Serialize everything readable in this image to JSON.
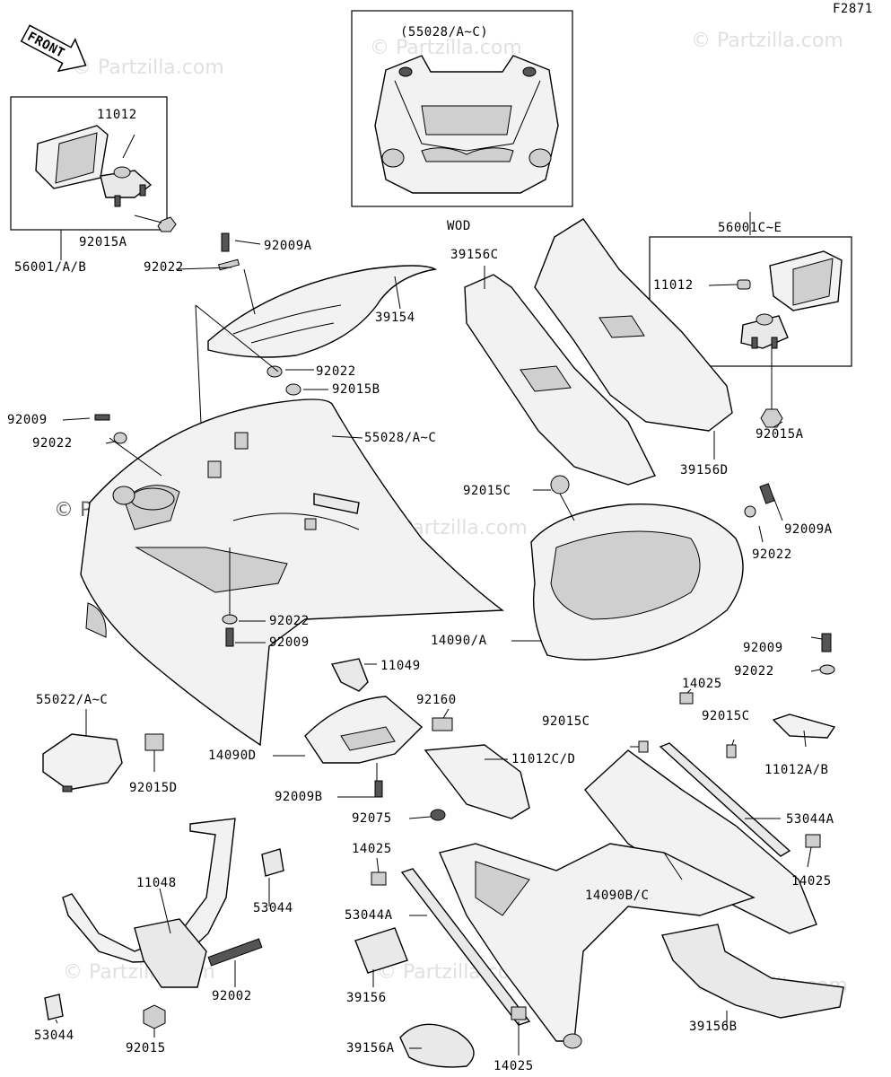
{
  "figure_id": "F2871",
  "front_label": "FRONT",
  "watermark": "© Partzilla.com",
  "variant_label": "WOD",
  "parts": [
    {
      "id": "p1",
      "code": "(55028/A~C)"
    },
    {
      "id": "p2",
      "code": "11012"
    },
    {
      "id": "p3",
      "code": "92015A"
    },
    {
      "id": "p4",
      "code": "56001/A/B"
    },
    {
      "id": "p5",
      "code": "92009A"
    },
    {
      "id": "p6",
      "code": "92022"
    },
    {
      "id": "p7",
      "code": "39154"
    },
    {
      "id": "p8",
      "code": "92022"
    },
    {
      "id": "p9",
      "code": "92015B"
    },
    {
      "id": "p10",
      "code": "92009"
    },
    {
      "id": "p11",
      "code": "92022"
    },
    {
      "id": "p12",
      "code": "55028/A~C"
    },
    {
      "id": "p13",
      "code": "39156C"
    },
    {
      "id": "p14",
      "code": "56001C~E"
    },
    {
      "id": "p15",
      "code": "11012"
    },
    {
      "id": "p16",
      "code": "92015A"
    },
    {
      "id": "p17",
      "code": "39156D"
    },
    {
      "id": "p18",
      "code": "92015C"
    },
    {
      "id": "p19",
      "code": "92009A"
    },
    {
      "id": "p20",
      "code": "92022"
    },
    {
      "id": "p21",
      "code": "92022"
    },
    {
      "id": "p22",
      "code": "92009"
    },
    {
      "id": "p23",
      "code": "14090/A"
    },
    {
      "id": "p24",
      "code": "11049"
    },
    {
      "id": "p25",
      "code": "55022/A~C"
    },
    {
      "id": "p26",
      "code": "92160"
    },
    {
      "id": "p27",
      "code": "14025"
    },
    {
      "id": "p28",
      "code": "92009"
    },
    {
      "id": "p29",
      "code": "92022"
    },
    {
      "id": "p30",
      "code": "92015C"
    },
    {
      "id": "p31",
      "code": "92015C"
    },
    {
      "id": "p32",
      "code": "14090D"
    },
    {
      "id": "p33",
      "code": "11012C/D"
    },
    {
      "id": "p34",
      "code": "11012A/B"
    },
    {
      "id": "p35",
      "code": "92015D"
    },
    {
      "id": "p36",
      "code": "92009B"
    },
    {
      "id": "p37",
      "code": "92075"
    },
    {
      "id": "p38",
      "code": "53044A"
    },
    {
      "id": "p39",
      "code": "11048"
    },
    {
      "id": "p40",
      "code": "14025"
    },
    {
      "id": "p41",
      "code": "53044"
    },
    {
      "id": "p42",
      "code": "14090B/C"
    },
    {
      "id": "p43",
      "code": "14025"
    },
    {
      "id": "p44",
      "code": "53044A"
    },
    {
      "id": "p45",
      "code": "39156"
    },
    {
      "id": "p46",
      "code": "92002"
    },
    {
      "id": "p47",
      "code": "53044"
    },
    {
      "id": "p48",
      "code": "92015"
    },
    {
      "id": "p49",
      "code": "39156A"
    },
    {
      "id": "p50",
      "code": "14025"
    },
    {
      "id": "p51",
      "code": "39156B"
    }
  ]
}
